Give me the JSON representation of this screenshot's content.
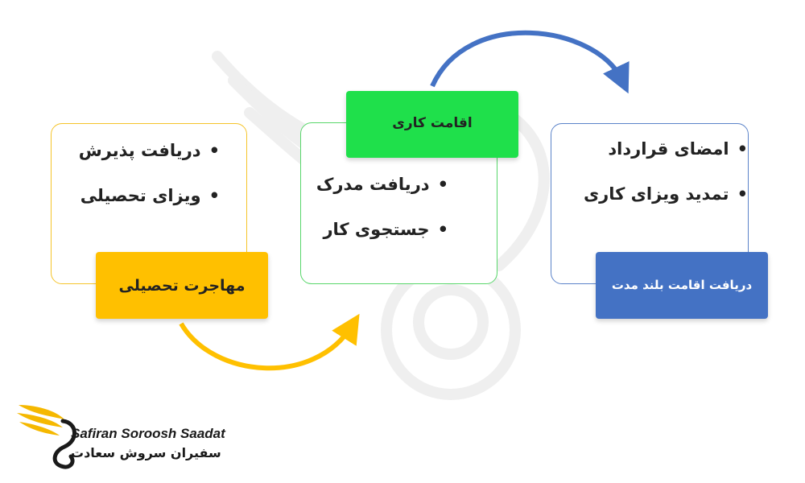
{
  "stages": {
    "study": {
      "title": "مهاجرت تحصیلی",
      "items": [
        "دریافت پذیرش",
        "ویزای تحصیلی"
      ]
    },
    "work": {
      "title": "اقامت کاری",
      "items": [
        "دریافت مدرک",
        "جستجوی کار"
      ]
    },
    "permanent": {
      "title": "دریافت اقامت بلند مدت",
      "items": [
        "امضای قرارداد",
        "تمدید ویزای کاری"
      ]
    }
  },
  "bullet": "•",
  "colors": {
    "study": "#ffc000",
    "work": "#1fe04b",
    "permanent": "#4472c4",
    "arrow_study_to_work": "#ffc000",
    "arrow_work_to_permanent": "#4472c4"
  },
  "logo": {
    "name_en": "Safiran Soroosh Saadat",
    "name_fa": "سفیران سروش سعادت"
  }
}
